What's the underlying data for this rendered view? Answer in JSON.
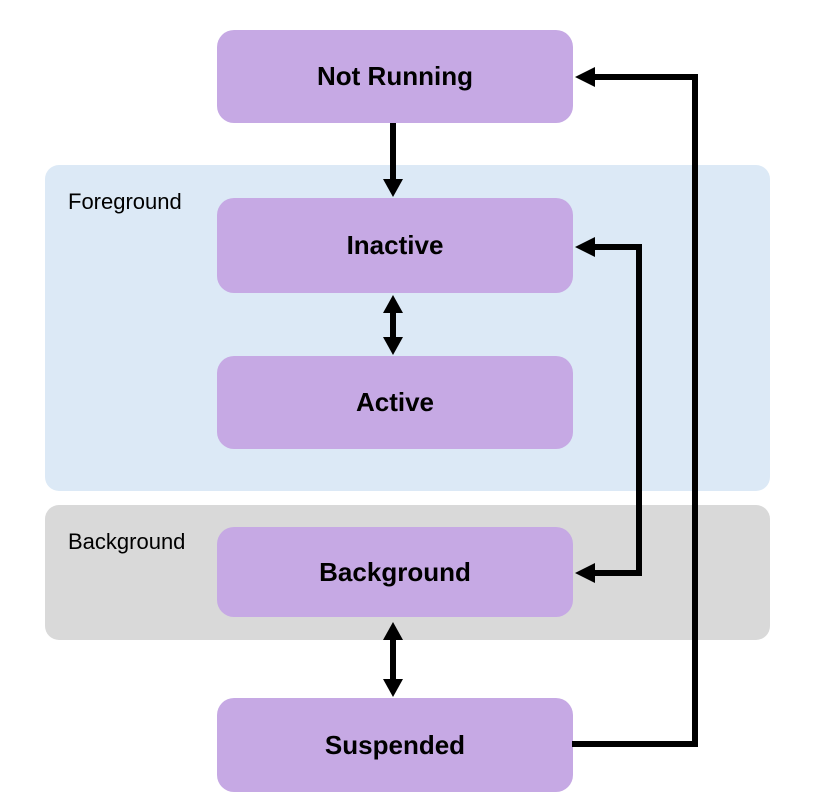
{
  "diagram": {
    "nodes": [
      {
        "id": "not-running",
        "label": "Not Running"
      },
      {
        "id": "inactive",
        "label": "Inactive"
      },
      {
        "id": "active",
        "label": "Active"
      },
      {
        "id": "background",
        "label": "Background"
      },
      {
        "id": "suspended",
        "label": "Suspended"
      }
    ],
    "regions": [
      {
        "id": "foreground",
        "label": "Foreground"
      },
      {
        "id": "background",
        "label": "Background"
      }
    ],
    "edges": [
      {
        "from": "not-running",
        "to": "inactive",
        "bidirectional": false
      },
      {
        "from": "inactive",
        "to": "active",
        "bidirectional": true
      },
      {
        "from": "inactive",
        "to": "background",
        "bidirectional": true
      },
      {
        "from": "background",
        "to": "suspended",
        "bidirectional": true
      },
      {
        "from": "suspended",
        "to": "not-running",
        "bidirectional": false
      }
    ],
    "colors": {
      "node_fill": "#c6a9e4",
      "foreground_region_fill": "#dce9f6",
      "background_region_fill": "#d9d9d9",
      "arrow": "#000000",
      "text": "#000000"
    }
  }
}
